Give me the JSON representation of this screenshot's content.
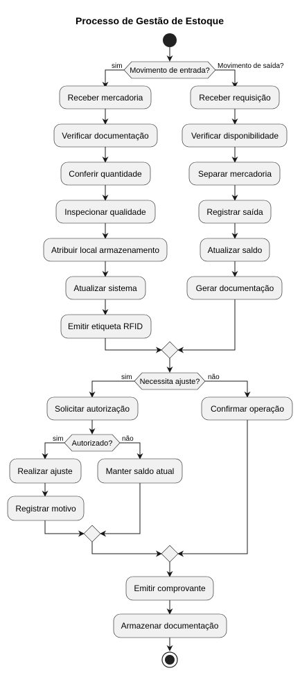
{
  "title": "Processo de Gestão de Estoque",
  "decision1": {
    "question": "Movimento de entrada?",
    "yes": "sim",
    "no": "Movimento de saída?"
  },
  "entrada": [
    "Receber mercadoria",
    "Verificar documentação",
    "Conferir quantidade",
    "Inspecionar qualidade",
    "Atribuir local armazenamento",
    "Atualizar sistema",
    "Emitir etiqueta RFID"
  ],
  "saida": [
    "Receber requisição",
    "Verificar disponibilidade",
    "Separar mercadoria",
    "Registrar saída",
    "Atualizar saldo",
    "Gerar documentação"
  ],
  "decision2": {
    "question": "Necessita ajuste?",
    "yes": "sim",
    "no": "não"
  },
  "solicitar": "Solicitar autorização",
  "confirmar": "Confirmar operação",
  "decision3": {
    "question": "Autorizado?",
    "yes": "sim",
    "no": "não"
  },
  "realizar": "Realizar ajuste",
  "registrar_motivo": "Registrar motivo",
  "manter": "Manter saldo atual",
  "emitir": "Emitir comprovante",
  "armazenar": "Armazenar documentação"
}
